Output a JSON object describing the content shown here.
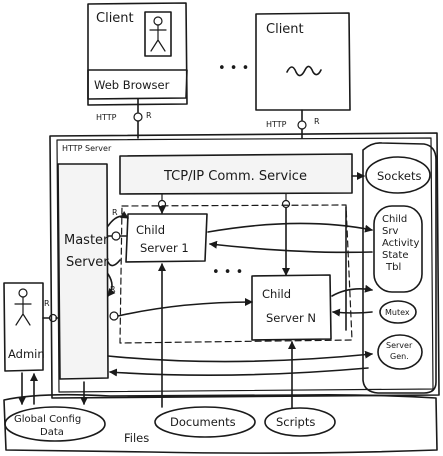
{
  "labels": {
    "client_left": "Client",
    "client_right": "Client",
    "web_browser": "Web Browser",
    "ellipsis_clients": "• • •",
    "http_left": "HTTP",
    "http_right": "HTTP",
    "req_left": "R",
    "req_right": "R",
    "http_server": "HTTP Server",
    "tcpip": "TCP/IP Comm. Service",
    "sockets": "Sockets",
    "master_server": "Master Server",
    "child_server_1": "Child Server 1",
    "child_server_n": "Child Server N",
    "dots_children": "• • •",
    "r_lower_1": "R",
    "r_lower_2": "R",
    "r_admin": "R",
    "r_child1": "R",
    "activity_table": "Child Srv Activity State Tbl",
    "mutex": "Mutex",
    "server_gen": "Server Gen.",
    "admin": "Admin",
    "global_config": "Global Config Data",
    "documents": "Documents",
    "scripts": "Scripts",
    "files": "Files"
  }
}
